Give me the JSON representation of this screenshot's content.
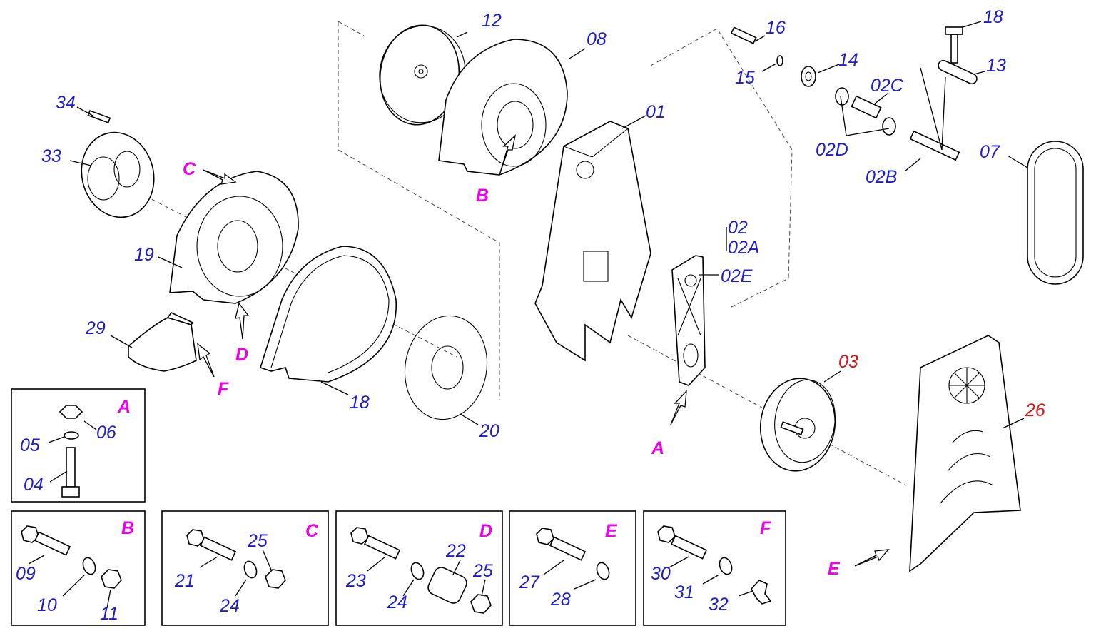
{
  "colors": {
    "blue_labels": "#1c1ccc",
    "red_labels": "#dd1111",
    "magenta_letters": "#ee00ee",
    "line": "#000000"
  },
  "labels": {
    "p12": "12",
    "p08": "08",
    "p01": "01",
    "p16": "16",
    "p18_top": "18",
    "p15": "15",
    "p14": "14",
    "p13": "13",
    "p02c": "02C",
    "p02d": "02D",
    "p02b": "02B",
    "p07": "07",
    "p34": "34",
    "p33": "33",
    "p19": "19",
    "p29": "29",
    "p18": "18",
    "p20": "20",
    "p02": "02",
    "p02a": "02A",
    "p02e": "02E",
    "p03": "03",
    "p26": "26",
    "view_b": "B",
    "view_c": "C",
    "view_d": "D",
    "view_f": "F",
    "view_a": "A",
    "view_e": "E"
  },
  "detail_boxes": {
    "a": {
      "title": "A",
      "l1": "06",
      "l2": "05",
      "l3": "04"
    },
    "b": {
      "title": "B",
      "l1": "09",
      "l2": "10",
      "l3": "11"
    },
    "c": {
      "title": "C",
      "l1": "21",
      "l2": "25",
      "l3": "24"
    },
    "d": {
      "title": "D",
      "l1": "23",
      "l2": "22",
      "l3": "25",
      "l4": "24"
    },
    "e": {
      "title": "E",
      "l1": "27",
      "l2": "28"
    },
    "f": {
      "title": "F",
      "l1": "30",
      "l2": "31",
      "l3": "32"
    }
  }
}
